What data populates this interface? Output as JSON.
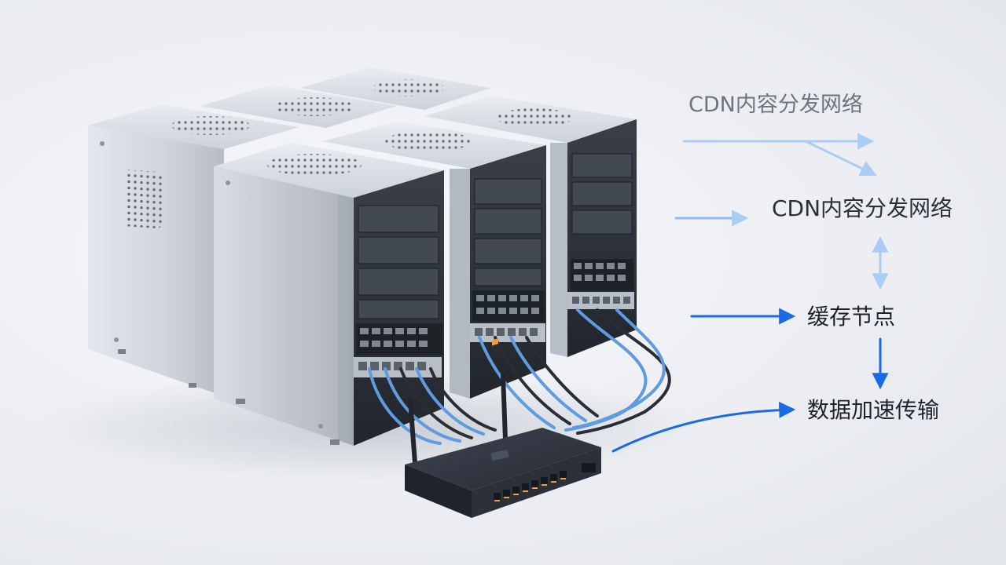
{
  "diagram": {
    "labels": {
      "cdn_top": "CDN内容分发网络",
      "cdn_main": "CDN内容分发网络",
      "cache_node": "缓存节点",
      "data_transfer": "数据加速传输"
    }
  },
  "colors": {
    "background": "#eceef2",
    "server_metal": "#c9ced6",
    "server_dark": "#2e3238",
    "arrow_light": "#a9cdf5",
    "arrow_strong": "#1a6ae8",
    "cable_blue": "#5e9be0",
    "cable_black": "#2a2d33",
    "router_body": "#2f3440",
    "port_orange": "#f0a030"
  },
  "icons": [
    "server-tower",
    "network-router",
    "arrow-right",
    "arrow-down",
    "arrow-up-down"
  ]
}
